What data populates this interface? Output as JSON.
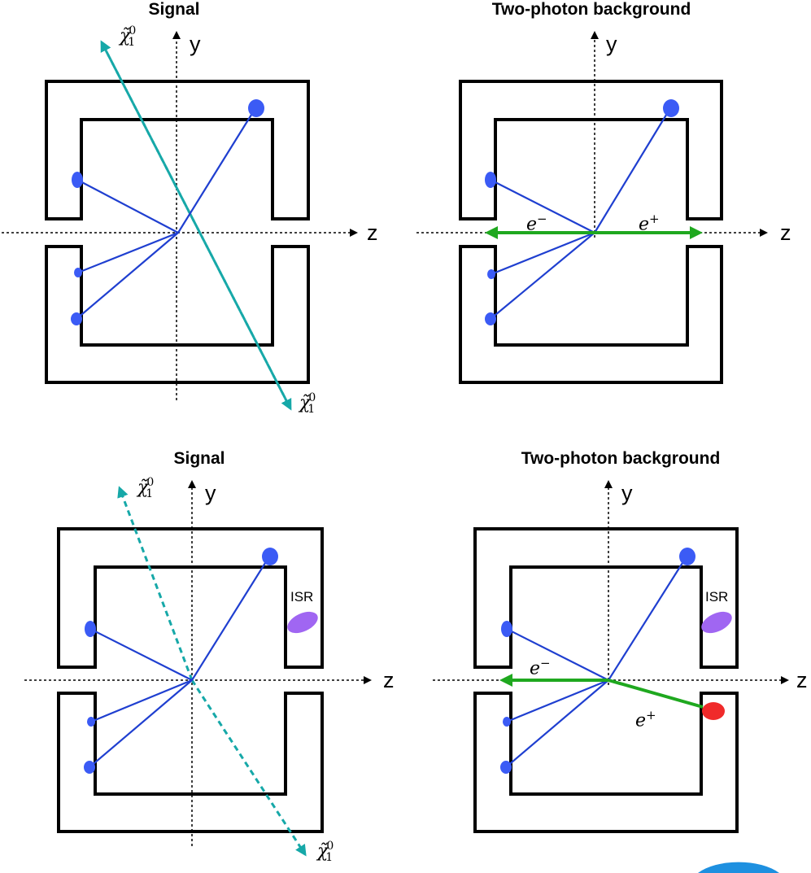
{
  "panels": [
    {
      "title": "Signal",
      "y_label": "y",
      "z_label": "z",
      "neutralino_top": "χ̃",
      "neutralino_bottom": "χ̃",
      "neutralino_sup": "0",
      "neutralino_sub": "1"
    },
    {
      "title": "Two-photon background",
      "y_label": "y",
      "z_label": "z",
      "electron_label": "e",
      "electron_sup": "−",
      "positron_label": "e",
      "positron_sup": "+"
    },
    {
      "title": "Signal",
      "y_label": "y",
      "z_label": "z",
      "neutralino_top": "χ̃",
      "neutralino_bottom": "χ̃",
      "neutralino_sup": "0",
      "neutralino_sub": "1",
      "isr_label": "ISR"
    },
    {
      "title": "Two-photon background",
      "y_label": "y",
      "z_label": "z",
      "electron_label": "e",
      "electron_sup": "−",
      "positron_label": "e",
      "positron_sup": "+",
      "isr_label": "ISR"
    }
  ],
  "colors": {
    "detector": "#000000",
    "track": "#1f3fd0",
    "hit": "#3b5bf5",
    "neutralino": "#16a8a8",
    "beam": "#1fa81f",
    "isr": "#a066f2",
    "positron_hit": "#f02a2a"
  }
}
